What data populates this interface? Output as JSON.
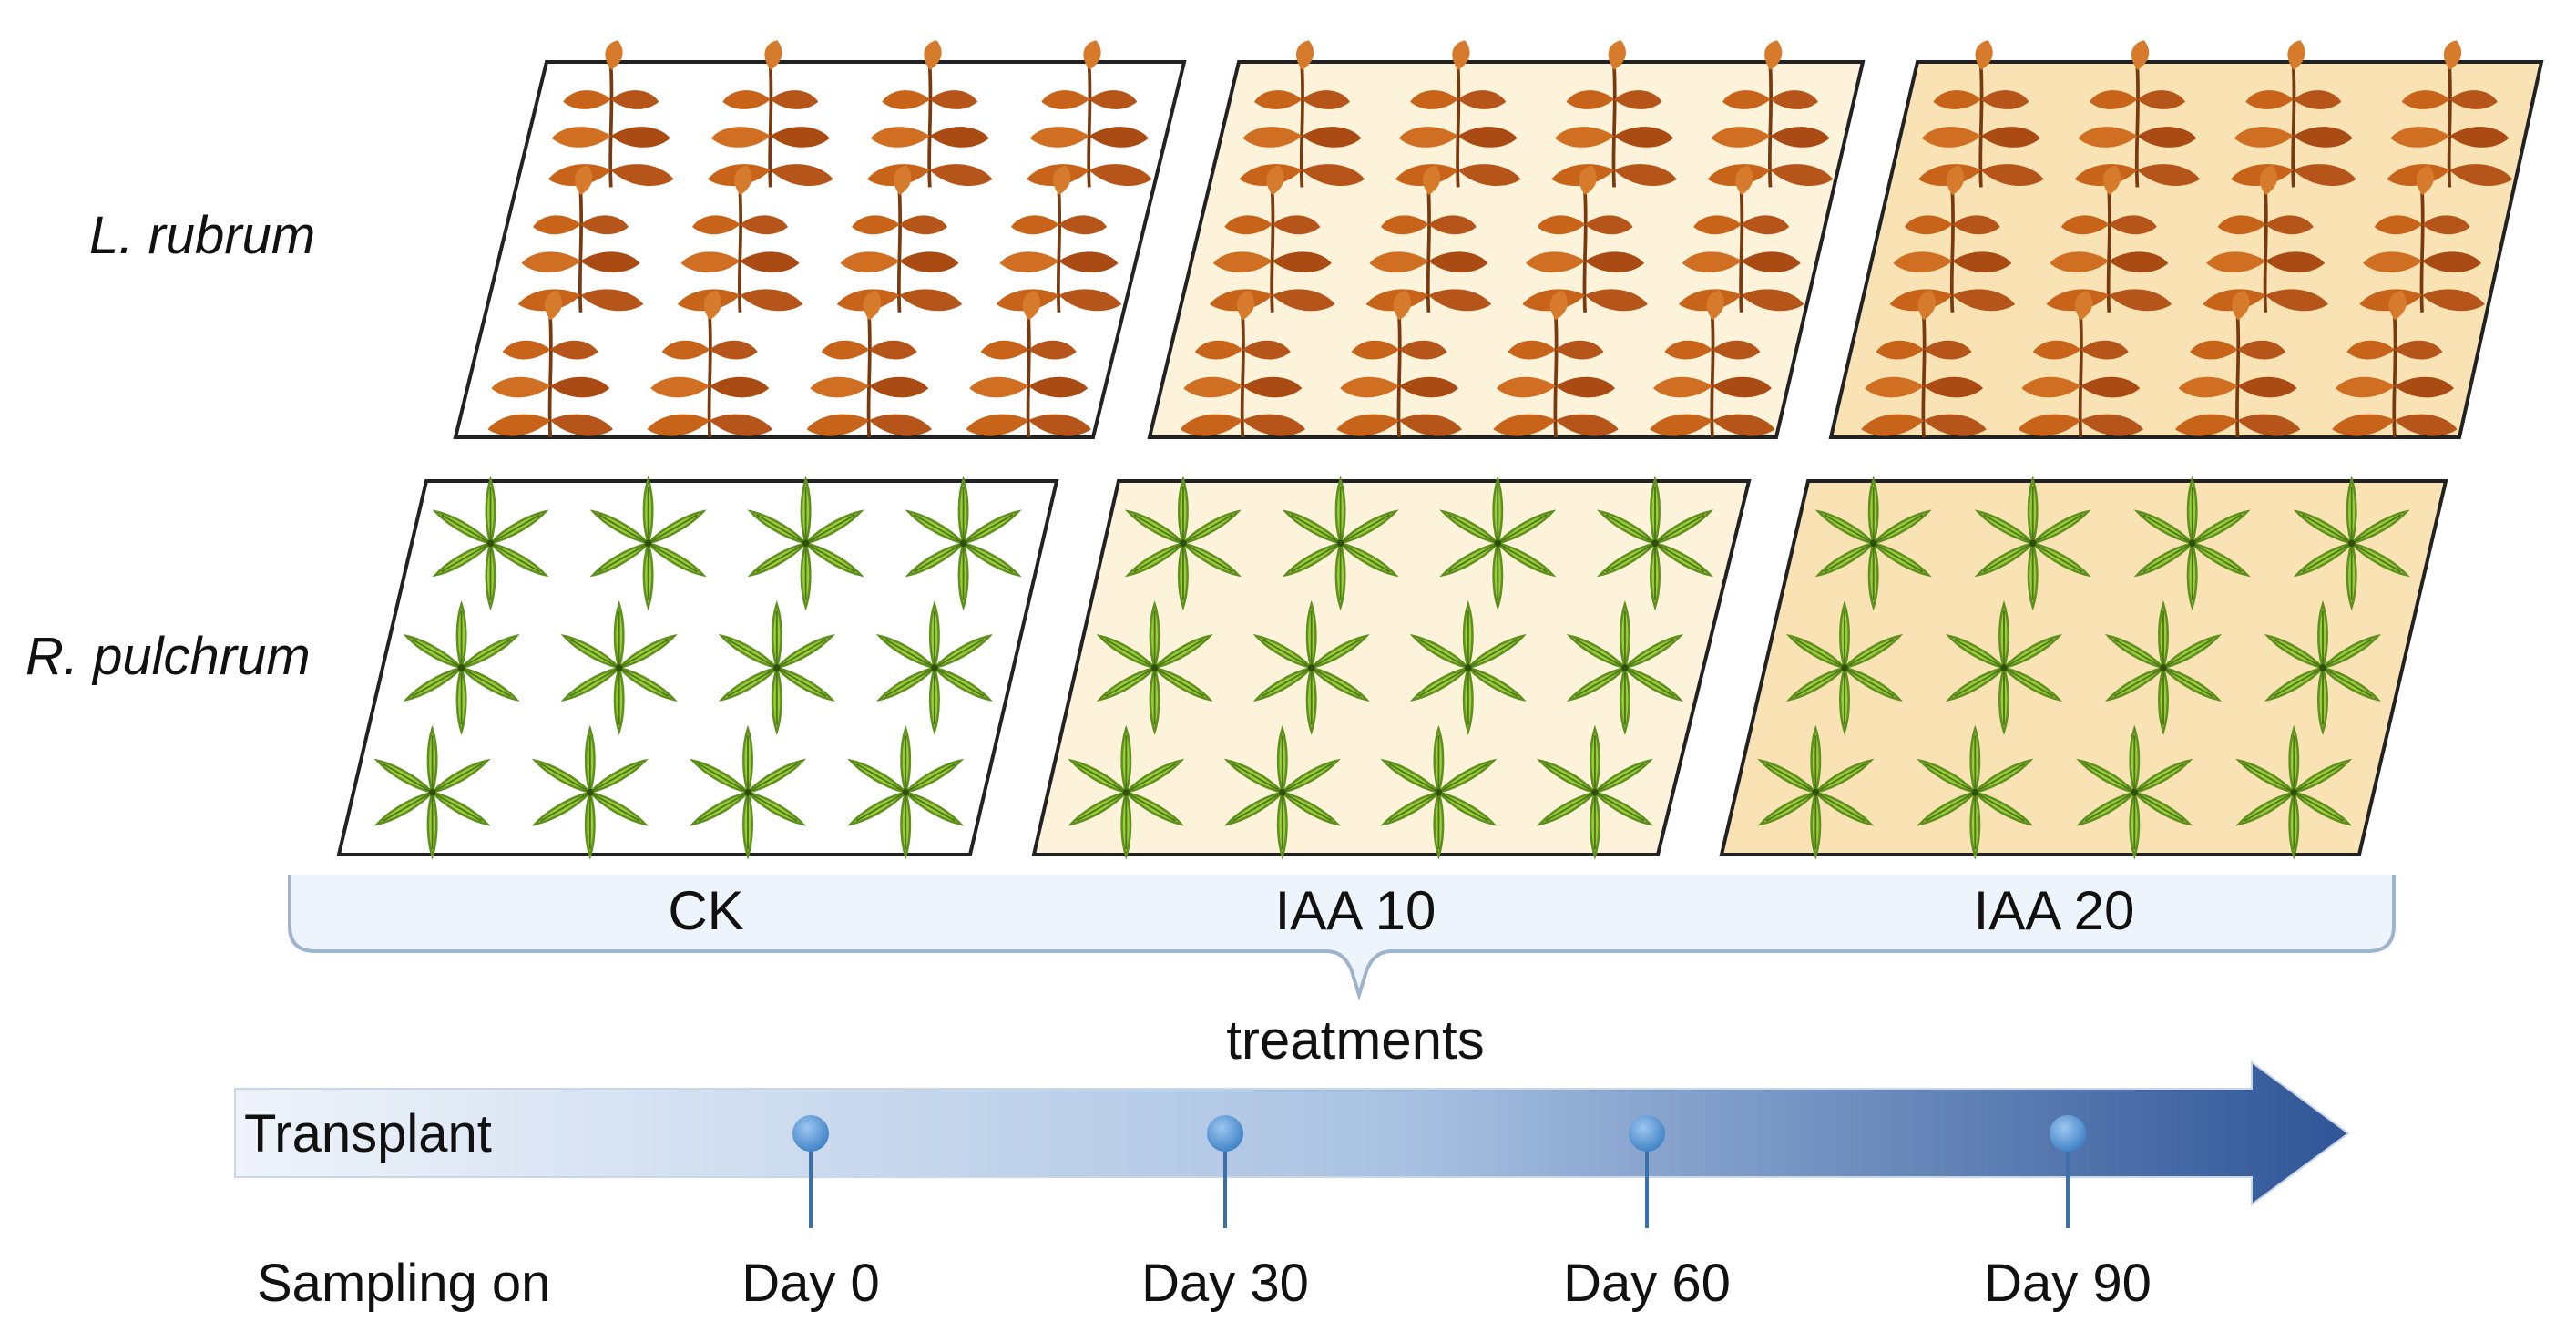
{
  "species": {
    "top": "L. rubrum",
    "bottom": "R. pulchrum"
  },
  "treatments": {
    "items": [
      "CK",
      "IAA 10",
      "IAA 20"
    ],
    "caption": "treatments"
  },
  "timeline": {
    "start_label": "Transplant",
    "sampling_label": "Sampling on",
    "points": [
      "Day 0",
      "Day 30",
      "Day 60",
      "Day 90"
    ]
  },
  "colors": {
    "ck_fill": "#ffffff",
    "iaa10_fill": "#fdf3da",
    "iaa20_fill": "#f9e3b4",
    "rubrum_leaf": "#c8631a",
    "rubrum_leaf_dark": "#8f3d0b",
    "pulchrum_leaf": "#9ccc3c",
    "pulchrum_leaf_dark": "#5f8f1e",
    "arrow_start": "#eef3fa",
    "arrow_end": "#2f5597",
    "dot": "#5b9bd5",
    "bracket_fill": "#eef4fb",
    "bracket_stroke": "#9fb3cc"
  },
  "icons": {
    "top_plant": "orange-leaf-sprig-icon",
    "bottom_plant": "green-leaf-rosette-icon"
  }
}
